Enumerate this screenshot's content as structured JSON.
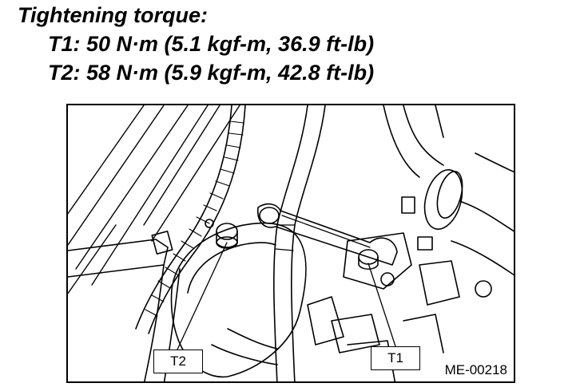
{
  "header": {
    "title": "Tightening torque:",
    "specs": [
      "T1: 50 N·m (5.1 kgf-m, 36.9 ft-lb)",
      "T2: 58 N·m (5.9 kgf-m, 42.8 ft-lb)"
    ]
  },
  "figure": {
    "callouts": [
      "T2",
      "T1"
    ],
    "code": "ME-00218"
  }
}
